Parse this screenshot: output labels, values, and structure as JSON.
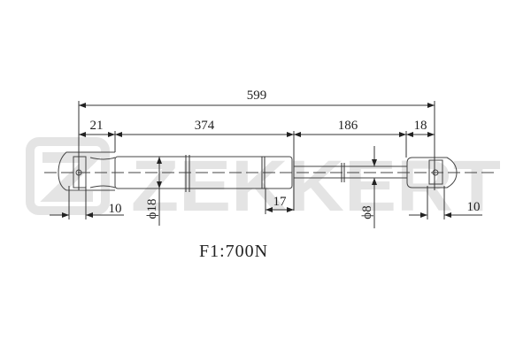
{
  "watermark": {
    "brand": "ZEKKERT",
    "color": "#e4e4e4"
  },
  "dimensions": {
    "overall_length": "599",
    "left_eye_offset": "21",
    "cylinder_length": "374",
    "rod_length": "186",
    "right_eye_offset": "18",
    "left_eye_width": "10",
    "cylinder_diameter": "ϕ18",
    "groove_offset": "17",
    "rod_diameter": "ϕ8",
    "right_eye_width": "10"
  },
  "force_label": "F1:700N"
}
